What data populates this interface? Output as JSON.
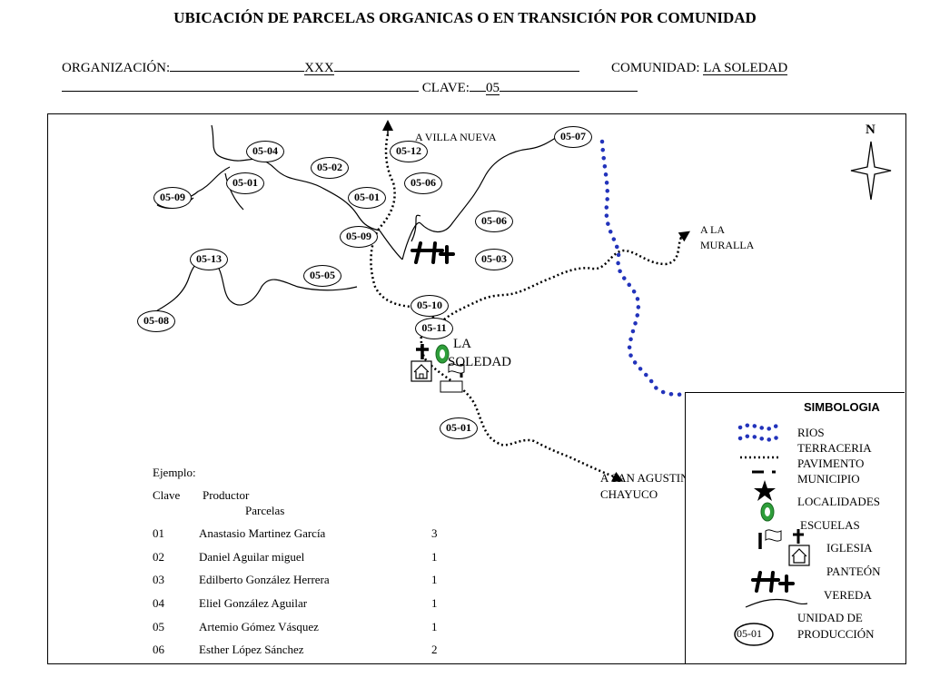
{
  "title": "UBICACIÓN DE PARCELAS ORGANICAS O EN TRANSICIÓN POR COMUNIDAD",
  "header": {
    "org_label": "ORGANIZACIÓN:",
    "org_value": "XXX",
    "community_label": "COMUNIDAD:",
    "community_value": "LA SOLEDAD",
    "clave_label": "CLAVE:",
    "clave_value": "05"
  },
  "map": {
    "north": "N",
    "place_labels": {
      "villa_nueva": "A VILLA NUEVA",
      "a_la": "A LA",
      "muralla": "MURALLA",
      "la": "LA",
      "soledad": "SOLEDAD",
      "san_agustin": "A SAN AGUSTIN",
      "chayuco": "CHAYUCO"
    },
    "parcels": [
      "05-04",
      "05-02",
      "05-12",
      "05-07",
      "05-01",
      "05-09",
      "05-01",
      "05-06",
      "05-06",
      "05-09",
      "05-13",
      "05-03",
      "05-05",
      "05-08",
      "05-10",
      "05-11",
      "05-01"
    ]
  },
  "example": {
    "label": "Ejemplo:",
    "col_clave": "Clave",
    "col_productor": "Productor",
    "col_parcelas": "Parcelas",
    "rows": [
      {
        "clave": "01",
        "productor": "Anastasio Martinez García",
        "parcelas": "3"
      },
      {
        "clave": "02",
        "productor": "Daniel Aguilar miguel",
        "parcelas": "1"
      },
      {
        "clave": "03",
        "productor": "Edilberto González Herrera",
        "parcelas": "1"
      },
      {
        "clave": "04",
        "productor": "Eliel González Aguilar",
        "parcelas": "1"
      },
      {
        "clave": "05",
        "productor": "Artemio Gómez Vásquez",
        "parcelas": "1"
      },
      {
        "clave": "06",
        "productor": "Esther López Sánchez",
        "parcelas": "2"
      }
    ]
  },
  "legend": {
    "title": "SIMBOLOGIA",
    "rios": "RIOS",
    "terraceria": "TERRACERIA",
    "pavimento": "PAVIMENTO",
    "municipio": "MUNICIPIO",
    "localidades": "LOCALIDADES",
    "escuelas": "ESCUELAS",
    "iglesia": "IGLESIA",
    "panteon": "PANTEÓN",
    "vereda": "VEREDA",
    "unidad1": "UNIDAD DE",
    "unidad2": "PRODUCCIÓN",
    "unidad_sample": "05-01"
  },
  "colors": {
    "river": "#2233bb",
    "ink": "#000000"
  }
}
